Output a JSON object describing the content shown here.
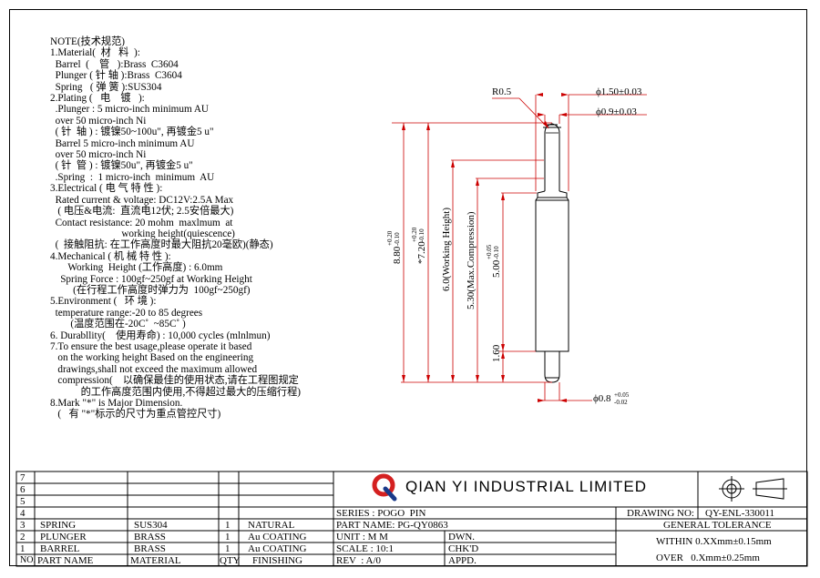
{
  "notes": [
    "NOTE(技术规范)",
    "1.Material(  材   料  ):",
    "  Barrel  (    管   ):Brass  C3604",
    "  Plunger ( 针 轴 ):Brass  C3604",
    "  Spring   ( 弹 簧 ):SUS304",
    "2.Plating (   电    镀   ):",
    "  .Plunger : 5 micro-inch minimum AU",
    "  over 50 micro-inch Ni",
    "  ( 针  轴 ) : 镀镍50~100u\", 再镀金5 u\"",
    "  Barrel 5 micro-inch minimum AU",
    "  over 50 micro-inch Ni",
    "  ( 针  管 ) : 镀镍50u\", 再镀金5 u\"",
    "  .Spring  :  1 micro-inch  minimum  AU",
    "3.Electrical ( 电 气 特 性 ):",
    "  Rated current & voltage: DC12V:2.5A Max",
    "   ( 电压&电流:  直流电12伏; 2.5安倍最大)",
    "  Contact resistance: 20 mohm  maxlmum  at",
    "                            working height(quiescence)",
    "  (  接触阻抗: 在工作高度时最大阻抗20毫欧)(静态)",
    "4.Mechanical ( 机 械 特 性 ):",
    "       Working  Height (工作高度) : 6.0mm",
    "    Spring Force : 100gf~250gf at Working Height",
    "         (在行程工作高度时弹力为  100gf~250gf)",
    "5.Environment (   环 境 ):",
    "  temperature range:-20 to 85 degrees",
    "        (温度范围在-20C˚  ~85C˚ )",
    "6. Durabllity(    使用寿命) : 10,000 cycles (mlnlmun)",
    "7.To ensure the best usage,please operate it based",
    "   on the working height Based on the engineering",
    "   drawings,shall not exceed the maximum allowed",
    "   compression(    以确保最佳的使用状态,请在工程图规定",
    "            的工作高度范围内使用,不得超过最大的压缩行程)",
    "8.Mark \"*\" is Major Dimension.",
    "   (   有 \"*\"标示的尺寸为重点管控尺寸)"
  ],
  "drawing": {
    "r_label": "R0.5",
    "d1_label": "ϕ1.50±0.03",
    "d2_label": "ϕ0.9±0.03",
    "d3_label": "ϕ0.8",
    "d3_tol_upper": "+0.05",
    "d3_tol_lower": "-0.02",
    "dim_880": "8.80",
    "dim_880_tol_upper": "+0.20",
    "dim_880_tol_lower": "-0.10",
    "dim_720": "*7.20",
    "dim_720_tol_upper": "+0.20",
    "dim_720_tol_lower": "-0.10",
    "dim_60": "6.0(Working Height)",
    "dim_530": "5.30(Max.Compression)",
    "dim_500": "5.00",
    "dim_500_tol_upper": "+0.05",
    "dim_500_tol_lower": "-0.10",
    "dim_160": "1.60"
  },
  "titleblock": {
    "company": "QIAN  YI  INDUSTRIAL  LIMITED",
    "row_numbers": [
      "7",
      "6",
      "5",
      "4",
      "3",
      "2",
      "1",
      "NO."
    ],
    "parts": [
      {
        "name": "SPRING",
        "material": "SUS304",
        "qty": "1",
        "finishing": "NATURAL"
      },
      {
        "name": "PLUNGER",
        "material": "BRASS",
        "qty": "1",
        "finishing": "Au COATING"
      },
      {
        "name": "BARREL",
        "material": "BRASS",
        "qty": "1",
        "finishing": "Au COATING"
      }
    ],
    "headers": {
      "part_name": "PART NAME",
      "material": "MATERIAL",
      "qty": "QTY",
      "finishing": "FINISHING"
    },
    "series": "SERIES : POGO  PIN",
    "part_name_value": "PART NAME: PG-QY0863",
    "unit": "UNIT : M M",
    "scale": "SCALE : 10:1",
    "rev": "REV  : A/0",
    "dwn": "DWN.",
    "chkd": "CHK'D",
    "appd": "APPD.",
    "drawing_no_label": "DRAWING NO:",
    "drawing_no": "QY-ENL-330011",
    "general_tolerance": "GENERAL TOLERANCE",
    "within": "WITHIN 0.XXmm±0.15mm",
    "over": "OVER   0.Xmm±0.25mm"
  },
  "colors": {
    "dimension": "#cc0000",
    "logo_red": "#d42020",
    "logo_blue": "#1a3a8a"
  }
}
